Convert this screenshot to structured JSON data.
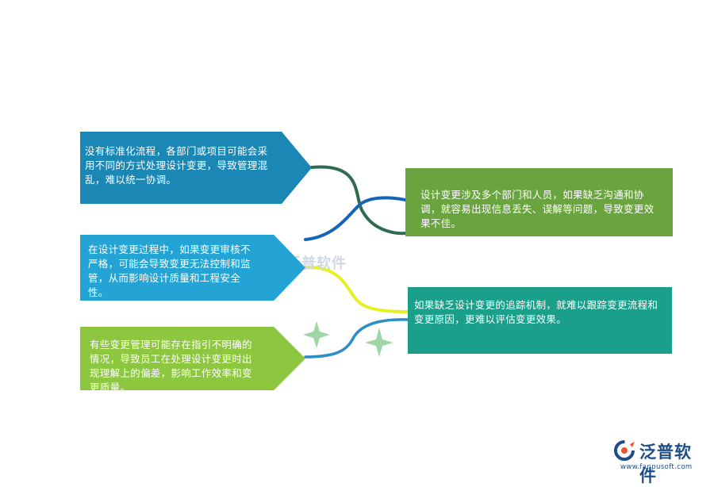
{
  "colors": {
    "box_left_1": "#1a87b4",
    "box_left_2": "#24a4d4",
    "box_left_3": "#8dc63f",
    "box_right_1": "#6aa43f",
    "box_right_2": "#1aa08a",
    "curve_green": "#2f6b4f",
    "curve_blue": "#1565b7",
    "curve_yellow": "#e7ef25",
    "curve_teal": "#2c8ec7",
    "sparkle": "#9fd6a6"
  },
  "boxes": {
    "left_1": {
      "text": "没有标准化流程，各部门或项目可能会采用不同的方式处理设计变更，导致管理混乱，难以统一协调。"
    },
    "left_2": {
      "text": "在设计变更过程中，如果变更审核不严格，可能会导致变更无法控制和监管，从而影响设计质量和工程安全性。"
    },
    "left_3": {
      "text": "有些变更管理可能存在指引不明确的情况，导致员工在处理设计变更时出现理解上的偏差，影响工作效率和变更质量。"
    },
    "right_1": {
      "text": "设计变更涉及多个部门和人员，如果缺乏沟通和协调，就容易出现信息丢失、误解等问题，导致变更效果不佳。"
    },
    "right_2": {
      "text": "如果缺乏设计变更的追踪机制，就难以跟踪变更流程和变更原因，更难以评估变更效果。"
    }
  },
  "watermark": {
    "text": "泛普软件"
  },
  "logo": {
    "name": "泛普软件",
    "url": "www.fanpusoft.com",
    "icon": "fanpu-logo-icon"
  }
}
